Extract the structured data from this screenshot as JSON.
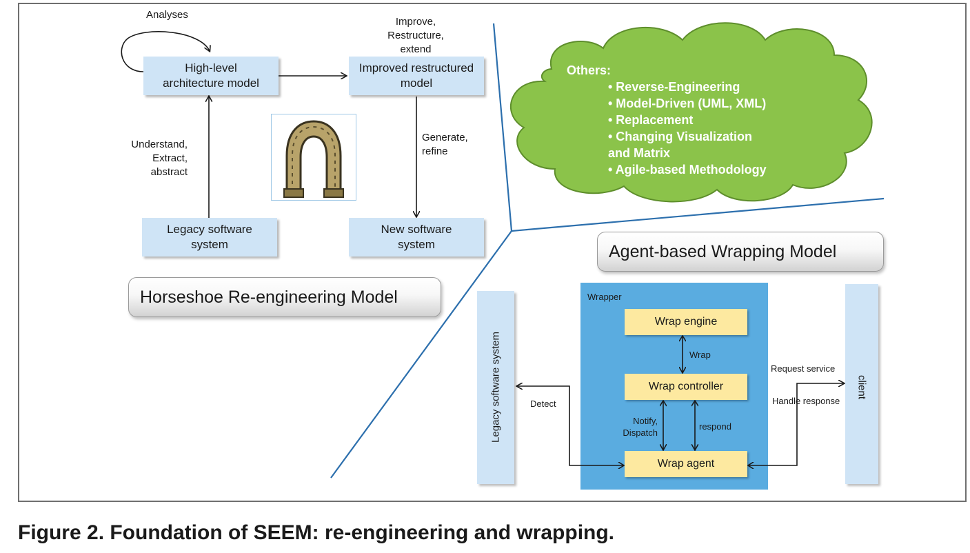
{
  "horseshoe_model": {
    "title": "Horseshoe Re-engineering Model",
    "boxes": {
      "high_level": "High-level architecture model",
      "improved": "Improved restructured model",
      "legacy": "Legacy software system",
      "new_system": "New software system"
    },
    "labels": {
      "analyses": "Analyses",
      "improve": "Improve, Restructure, extend",
      "understand": "Understand, Extract, abstract",
      "generate": "Generate, refine"
    }
  },
  "others_cloud": {
    "heading": "Others:",
    "items": [
      "• Reverse-Engineering",
      "• Model-Driven (UML, XML)",
      "• Replacement",
      "• Changing Visualization",
      "and Matrix",
      "• Agile-based Methodology"
    ]
  },
  "wrapping_model": {
    "title": "Agent-based Wrapping Model",
    "wrapper_label": "Wrapper",
    "wrap_engine": "Wrap engine",
    "wrap_controller": "Wrap controller",
    "wrap_agent": "Wrap agent",
    "legacy_system": "Legacy software system",
    "client": "client",
    "labels": {
      "wrap": "Wrap",
      "notify": "Notify, Dispatch",
      "respond": "respond",
      "detect": "Detect",
      "request_service": "Request service",
      "handle_response": "Handle response"
    }
  },
  "caption": "Figure 2. Foundation of SEEM: re-engineering and wrapping.",
  "colors": {
    "box_blue": "#cfe4f6",
    "wrapper_blue": "#5aace0",
    "yellow_box": "#fde9a0",
    "cloud_green": "#8bc34a",
    "divider_blue": "#2c6fad"
  }
}
